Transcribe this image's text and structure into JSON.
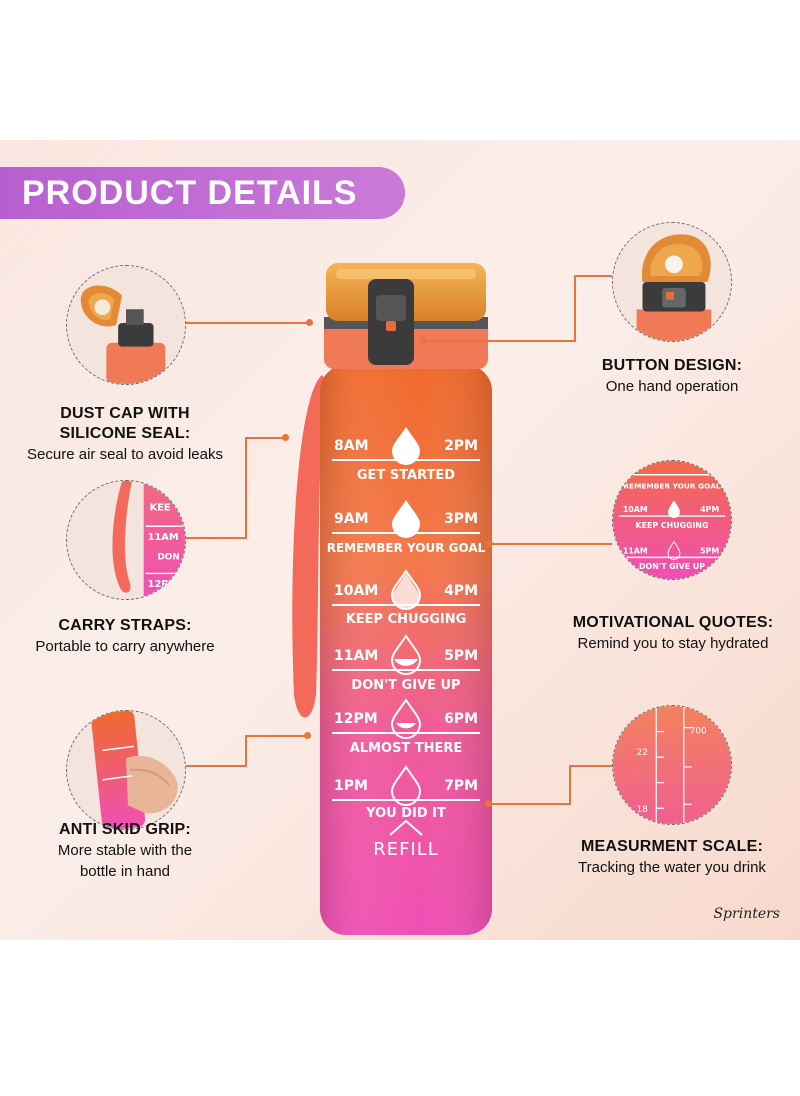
{
  "header": {
    "title": "PRODUCT DETAILS"
  },
  "brand": "Sprinters",
  "features": {
    "dust_cap": {
      "title_line1": "DUST CAP WITH",
      "title_line2": "SILICONE SEAL:",
      "desc": "Secure air seal to avoid leaks"
    },
    "carry_straps": {
      "title": "CARRY STRAPS:",
      "desc": "Portable to carry anywhere"
    },
    "anti_skid": {
      "title": "ANTI SKID GRIP:",
      "desc_line1": "More stable with the",
      "desc_line2": "bottle in hand"
    },
    "button": {
      "title": "BUTTON DESIGN:",
      "desc": "One hand operation"
    },
    "quotes": {
      "title": "MOTIVATIONAL QUOTES:",
      "desc": "Remind you to stay hydrated"
    },
    "scale": {
      "title": "MEASURMENT SCALE:",
      "desc": "Tracking the water you drink"
    }
  },
  "bottle": {
    "markers": [
      {
        "left": "8AM",
        "right": "2PM",
        "quote": "GET STARTED"
      },
      {
        "left": "9AM",
        "right": "3PM",
        "quote": "REMEMBER YOUR GOAL"
      },
      {
        "left": "10AM",
        "right": "4PM",
        "quote": "KEEP CHUGGING"
      },
      {
        "left": "11AM",
        "right": "5PM",
        "quote": "DON'T GIVE UP"
      },
      {
        "left": "12PM",
        "right": "6PM",
        "quote": "ALMOST THERE"
      },
      {
        "left": "1PM",
        "right": "7PM",
        "quote": "YOU DID IT"
      }
    ],
    "refill": "REFILL"
  },
  "zoom_quotes": {
    "line1": "REMEMBER YOUR GOAL",
    "row1_left": "10AM",
    "row1_right": "4PM",
    "line2": "KEEP CHUGGING",
    "row2_left": "11AM",
    "row2_right": "5PM",
    "line3": "DON'T GIVE UP"
  },
  "zoom_straps": {
    "a": "KEE",
    "b": "11AM",
    "c": "DON",
    "d": "12P"
  },
  "zoom_scale": {
    "top": "700",
    "mid": "22",
    "low": "18"
  },
  "colors": {
    "banner": "#b75fd0",
    "accent_line": "#e8743b",
    "bottle_top": "#f06a2c",
    "bottle_bottom": "#f04fb4",
    "cap": "#f0a040"
  }
}
